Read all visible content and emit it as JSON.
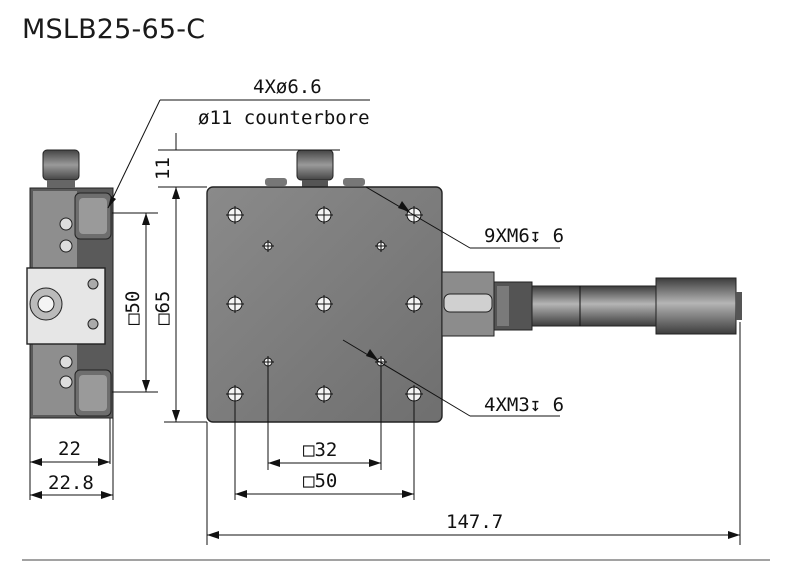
{
  "title": "MSLB25-65-C",
  "callouts": {
    "counterbore_top": "4Xø6.6",
    "counterbore_bottom": "ø11 counterbore",
    "m6": "9XM6↧ 6",
    "m3": "4XM3↧ 6"
  },
  "dimensions": {
    "d11": "11",
    "d50_vertical": "□50",
    "d65_vertical": "□65",
    "d22": "22",
    "d22_8": "22.8",
    "d32": "□32",
    "d50_horizontal": "□50",
    "d147_7": "147.7"
  },
  "colors": {
    "line": "#111111",
    "body_fill": "#7f7f7f",
    "body_dark": "#3a3a3a"
  }
}
